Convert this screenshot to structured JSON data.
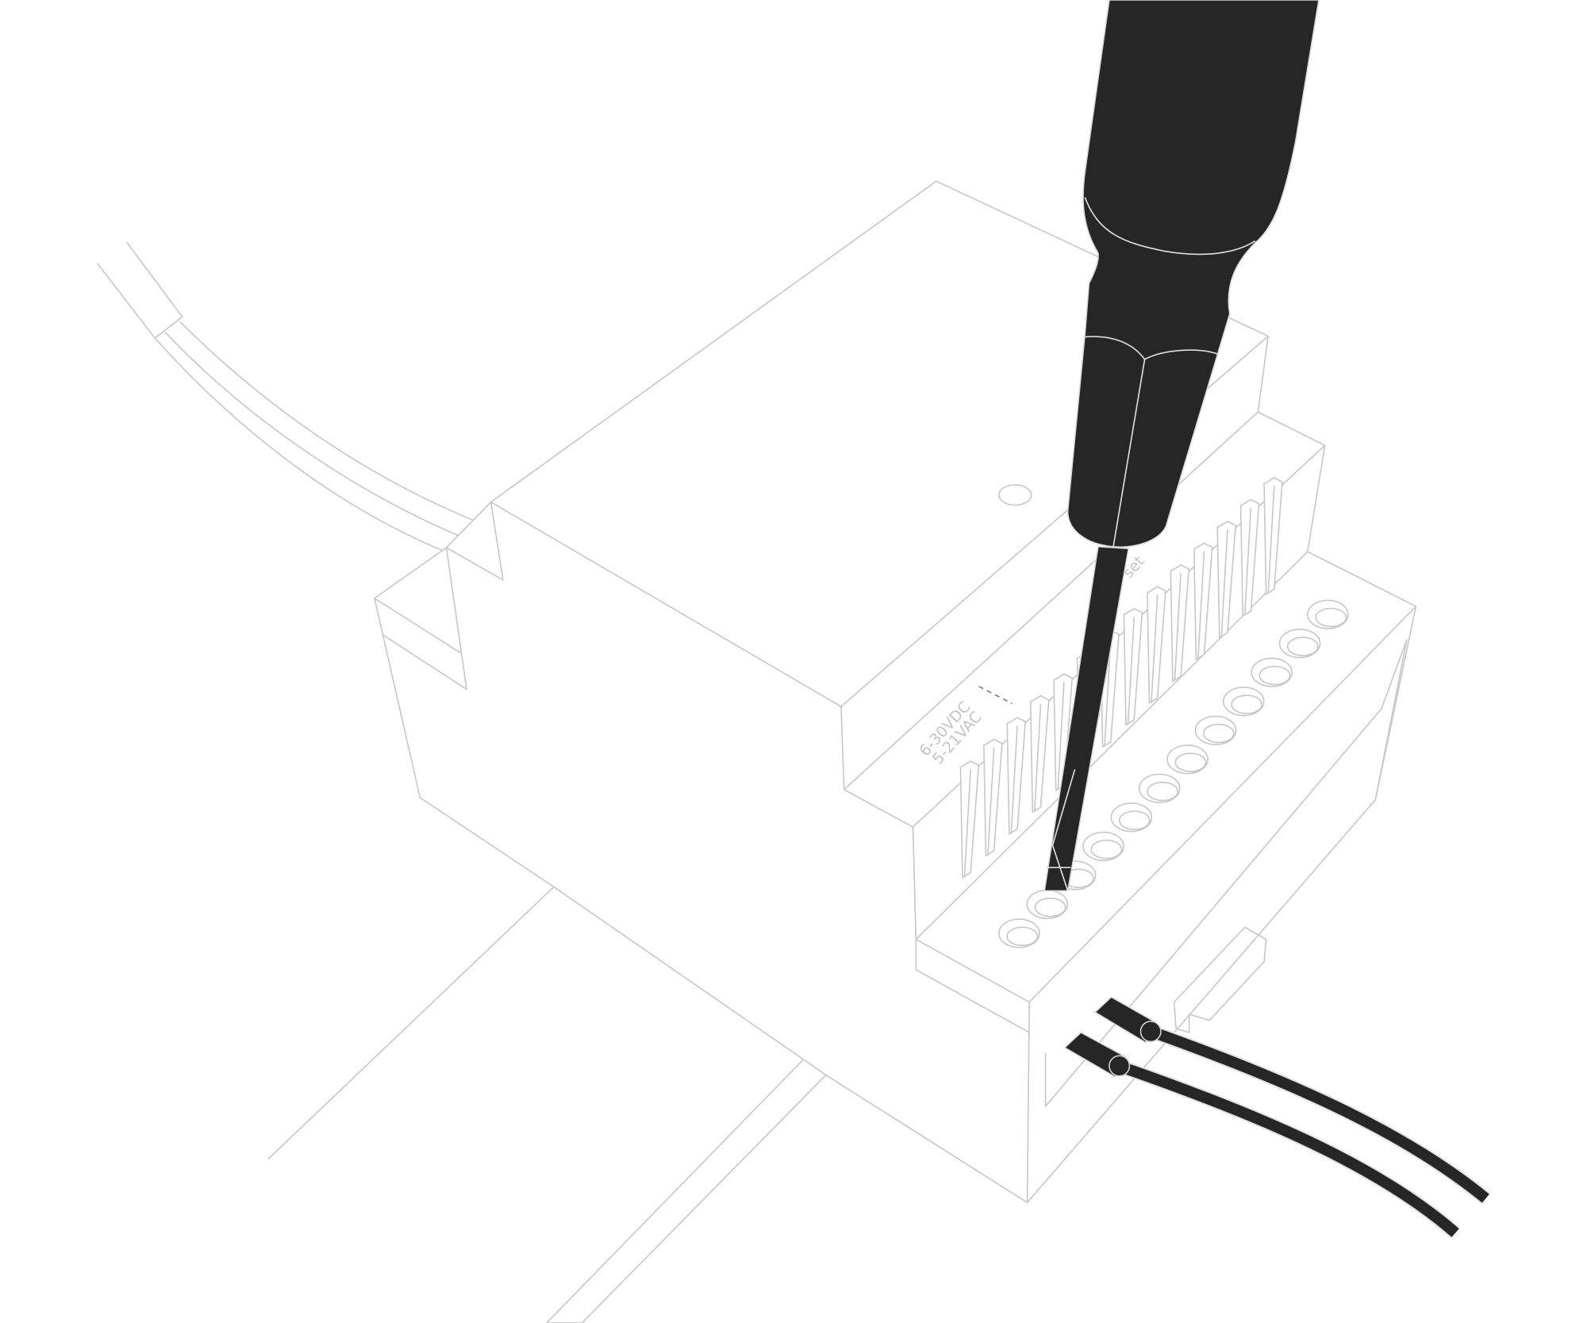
{
  "labels": {
    "dc_rating": "6-30VDC",
    "ac_rating": "5-21VAC",
    "reset_partial": "set"
  },
  "colors": {
    "line": "#c8c8c8",
    "tool": "#262626",
    "background": "#ffffff"
  },
  "icons": [
    "screwdriver-icon",
    "din-rail-device",
    "cable-wires"
  ]
}
